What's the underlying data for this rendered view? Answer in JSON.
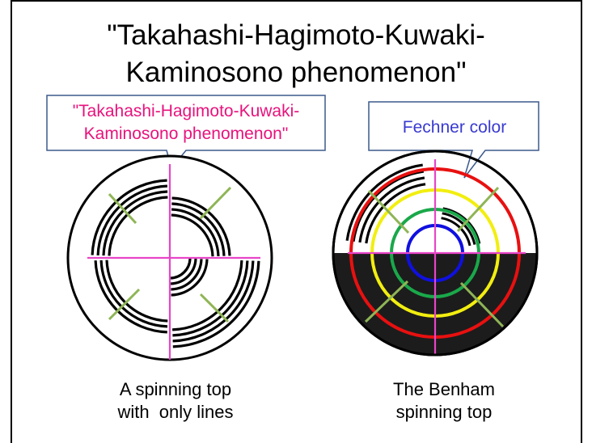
{
  "title": {
    "line1": "\"Takahashi-Hagimoto-Kuwaki-",
    "line2": "Kaminosono phenomenon\""
  },
  "callouts": {
    "left": {
      "line1": "\"Takahashi-Hagimoto-Kuwaki-",
      "line2": "Kaminosono phenomenon\"",
      "color": "#e8127c"
    },
    "right": {
      "text": "Fechner color",
      "color": "#3a3ad0"
    }
  },
  "captions": {
    "left": {
      "line1": "A spinning top",
      "line2": "with  only lines"
    },
    "right": {
      "line1": "The Benham",
      "line2": "spinning top"
    }
  },
  "colors": {
    "magenta_lines": "#e845c8",
    "green_lines": "#8fb556",
    "ring_red": "#e81010",
    "ring_yellow": "#f2ee10",
    "ring_green": "#1aa84a",
    "ring_blue": "#1010e0",
    "benham_dark": "#1c1c1c",
    "callout_border": "#3c5a8c"
  }
}
